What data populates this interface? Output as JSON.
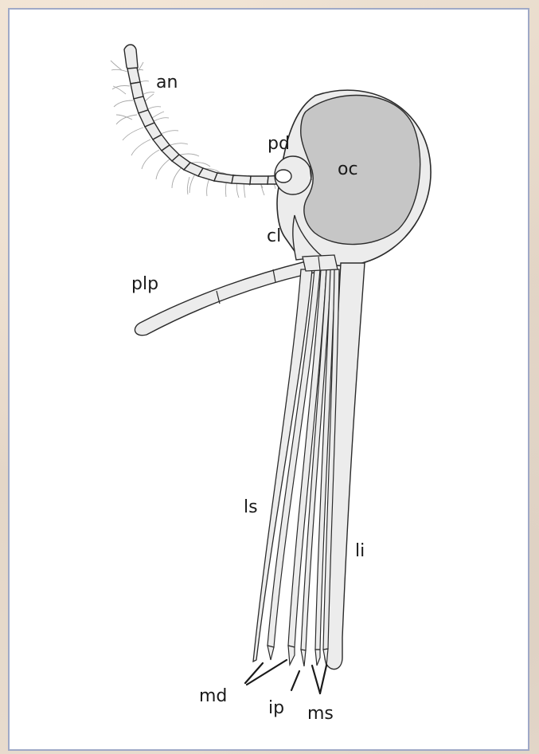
{
  "figure": {
    "labels": {
      "an": "an",
      "pd": "pd",
      "oc": "oc",
      "cl": "cl",
      "plp": "plp",
      "ls": "ls",
      "li": "li",
      "md": "md",
      "ip": "ip",
      "ms": "ms"
    },
    "colors": {
      "outline": "#2b2b2b",
      "eye_fill": "#c6c6c6",
      "appendage_fill": "#ececec",
      "frame_border": "#9fa9c7",
      "background": "#e9dccd"
    }
  }
}
